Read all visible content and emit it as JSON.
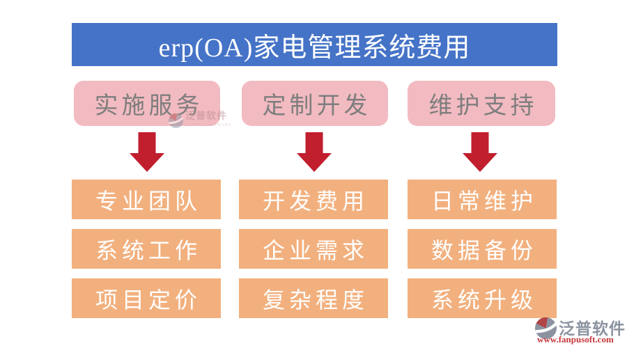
{
  "title": "erp(OA)家电管理系统费用",
  "columns": [
    {
      "header": "实施服务",
      "items": [
        "专业团队",
        "系统工作",
        "项目定价"
      ]
    },
    {
      "header": "定制开发",
      "items": [
        "开发费用",
        "企业需求",
        "复杂程度"
      ]
    },
    {
      "header": "维护支持",
      "items": [
        "日常维护",
        "数据备份",
        "系统升级"
      ]
    }
  ],
  "watermark": {
    "brand": "泛普软件",
    "caption": "FANPU SOFTWARE"
  },
  "footer_logo": {
    "brand": "泛普软件",
    "url": "www.fanpusoft.com"
  },
  "colors": {
    "title_bg": "#4573C7",
    "title_text": "#FFFFFF",
    "header_bg": "#F2BBC1",
    "header_text": "#7E7E7E",
    "item_bg": "#F2B07E",
    "item_text": "#FFFFFF",
    "arrow": "#C11E2E",
    "logo_gray": "#8C93A0",
    "logo_red": "#B04446",
    "url_red": "#C5383C"
  }
}
